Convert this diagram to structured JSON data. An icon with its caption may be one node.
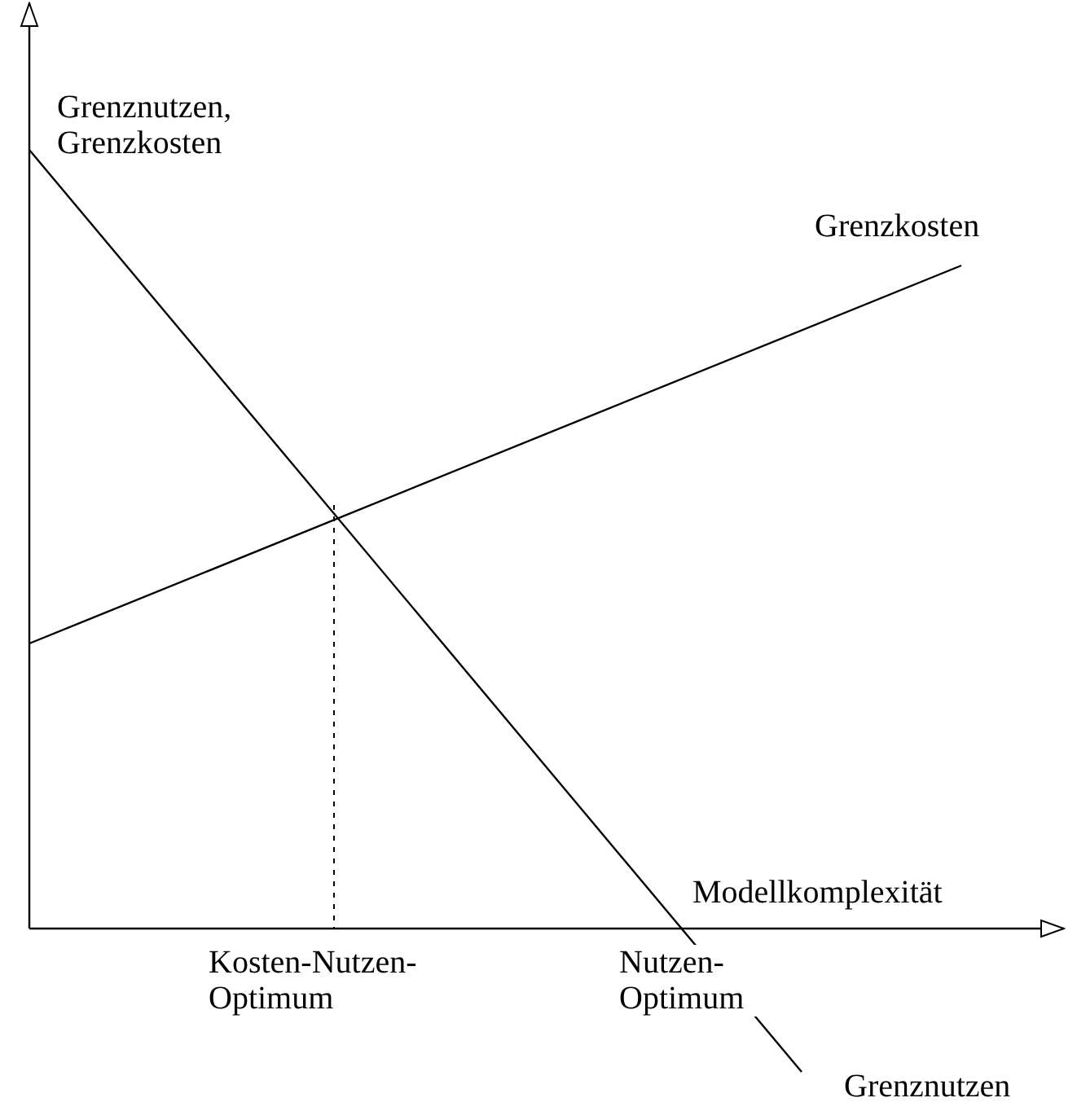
{
  "diagram": {
    "labels": [
      "Grenznutzen, Grenzkosten",
      "Grenzkosten",
      "Modellkomplexität",
      "Kosten-Nutzen-Optimum",
      "Nutzen-Optimum",
      "Grenznutzen"
    ]
  }
}
